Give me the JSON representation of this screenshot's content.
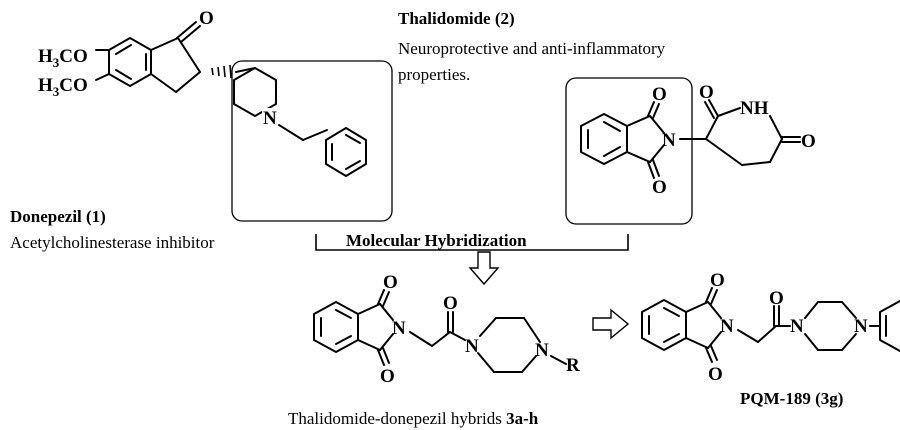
{
  "compounds": {
    "donepezil": {
      "name": "Donepezil (1)",
      "description": "Acetylcholinesterase inhibitor"
    },
    "thalidomide": {
      "name": "Thalidomide (2)",
      "description_line1": "Neuroprotective and anti-inflammatory",
      "description_line2": "properties."
    },
    "hybrids": {
      "caption": "Thalidomide-donepezil hybrids ",
      "series": "3a-h"
    },
    "pqm": {
      "name": "PQM-189 (3g)"
    }
  },
  "process": {
    "label": "Molecular Hybridization"
  },
  "atoms": {
    "oxygen": "O",
    "nitrogen": "N",
    "nh": "NH",
    "r_group": "R",
    "methoxy_prefix": "H",
    "methoxy_sub": "3",
    "methoxy_suffix": "CO"
  }
}
